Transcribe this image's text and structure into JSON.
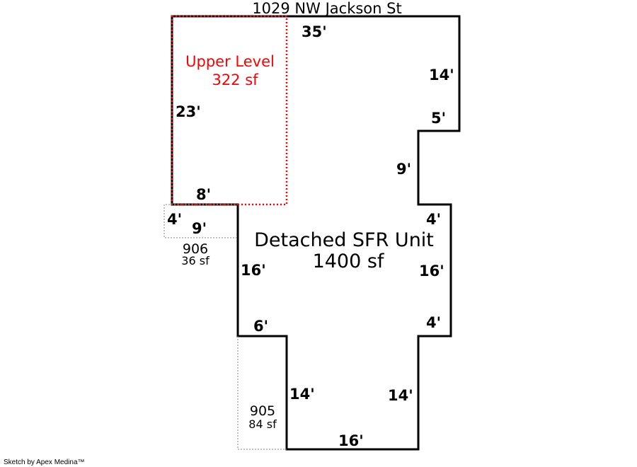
{
  "address": "1029 NW Jackson St",
  "main_area": {
    "name": "Detached SFR Unit",
    "area": "1400 sf"
  },
  "upper_level": {
    "name": "Upper Level",
    "area": "322 sf"
  },
  "area_906": {
    "code": "906",
    "area": "36 sf"
  },
  "area_905": {
    "code": "905",
    "area": "84 sf"
  },
  "dimensions": {
    "top": "35'",
    "right_top": "14'",
    "right_step": "5'",
    "right_inner": "9'",
    "right_bump_top": "4'",
    "right_bump": "16'",
    "right_bump_bottom": "4'",
    "bottom_right": "14'",
    "bottom": "16'",
    "bottom_left": "14'",
    "left_step": "6'",
    "left_mid": "16'",
    "left_notch": "8'",
    "left_top": "23'",
    "annex_height": "4'",
    "annex_width": "9'"
  },
  "credit": "Sketch by Apex Medina™",
  "colors": {
    "outline": "#000000",
    "upper_level": "#ff0000",
    "annex": "#808080"
  }
}
